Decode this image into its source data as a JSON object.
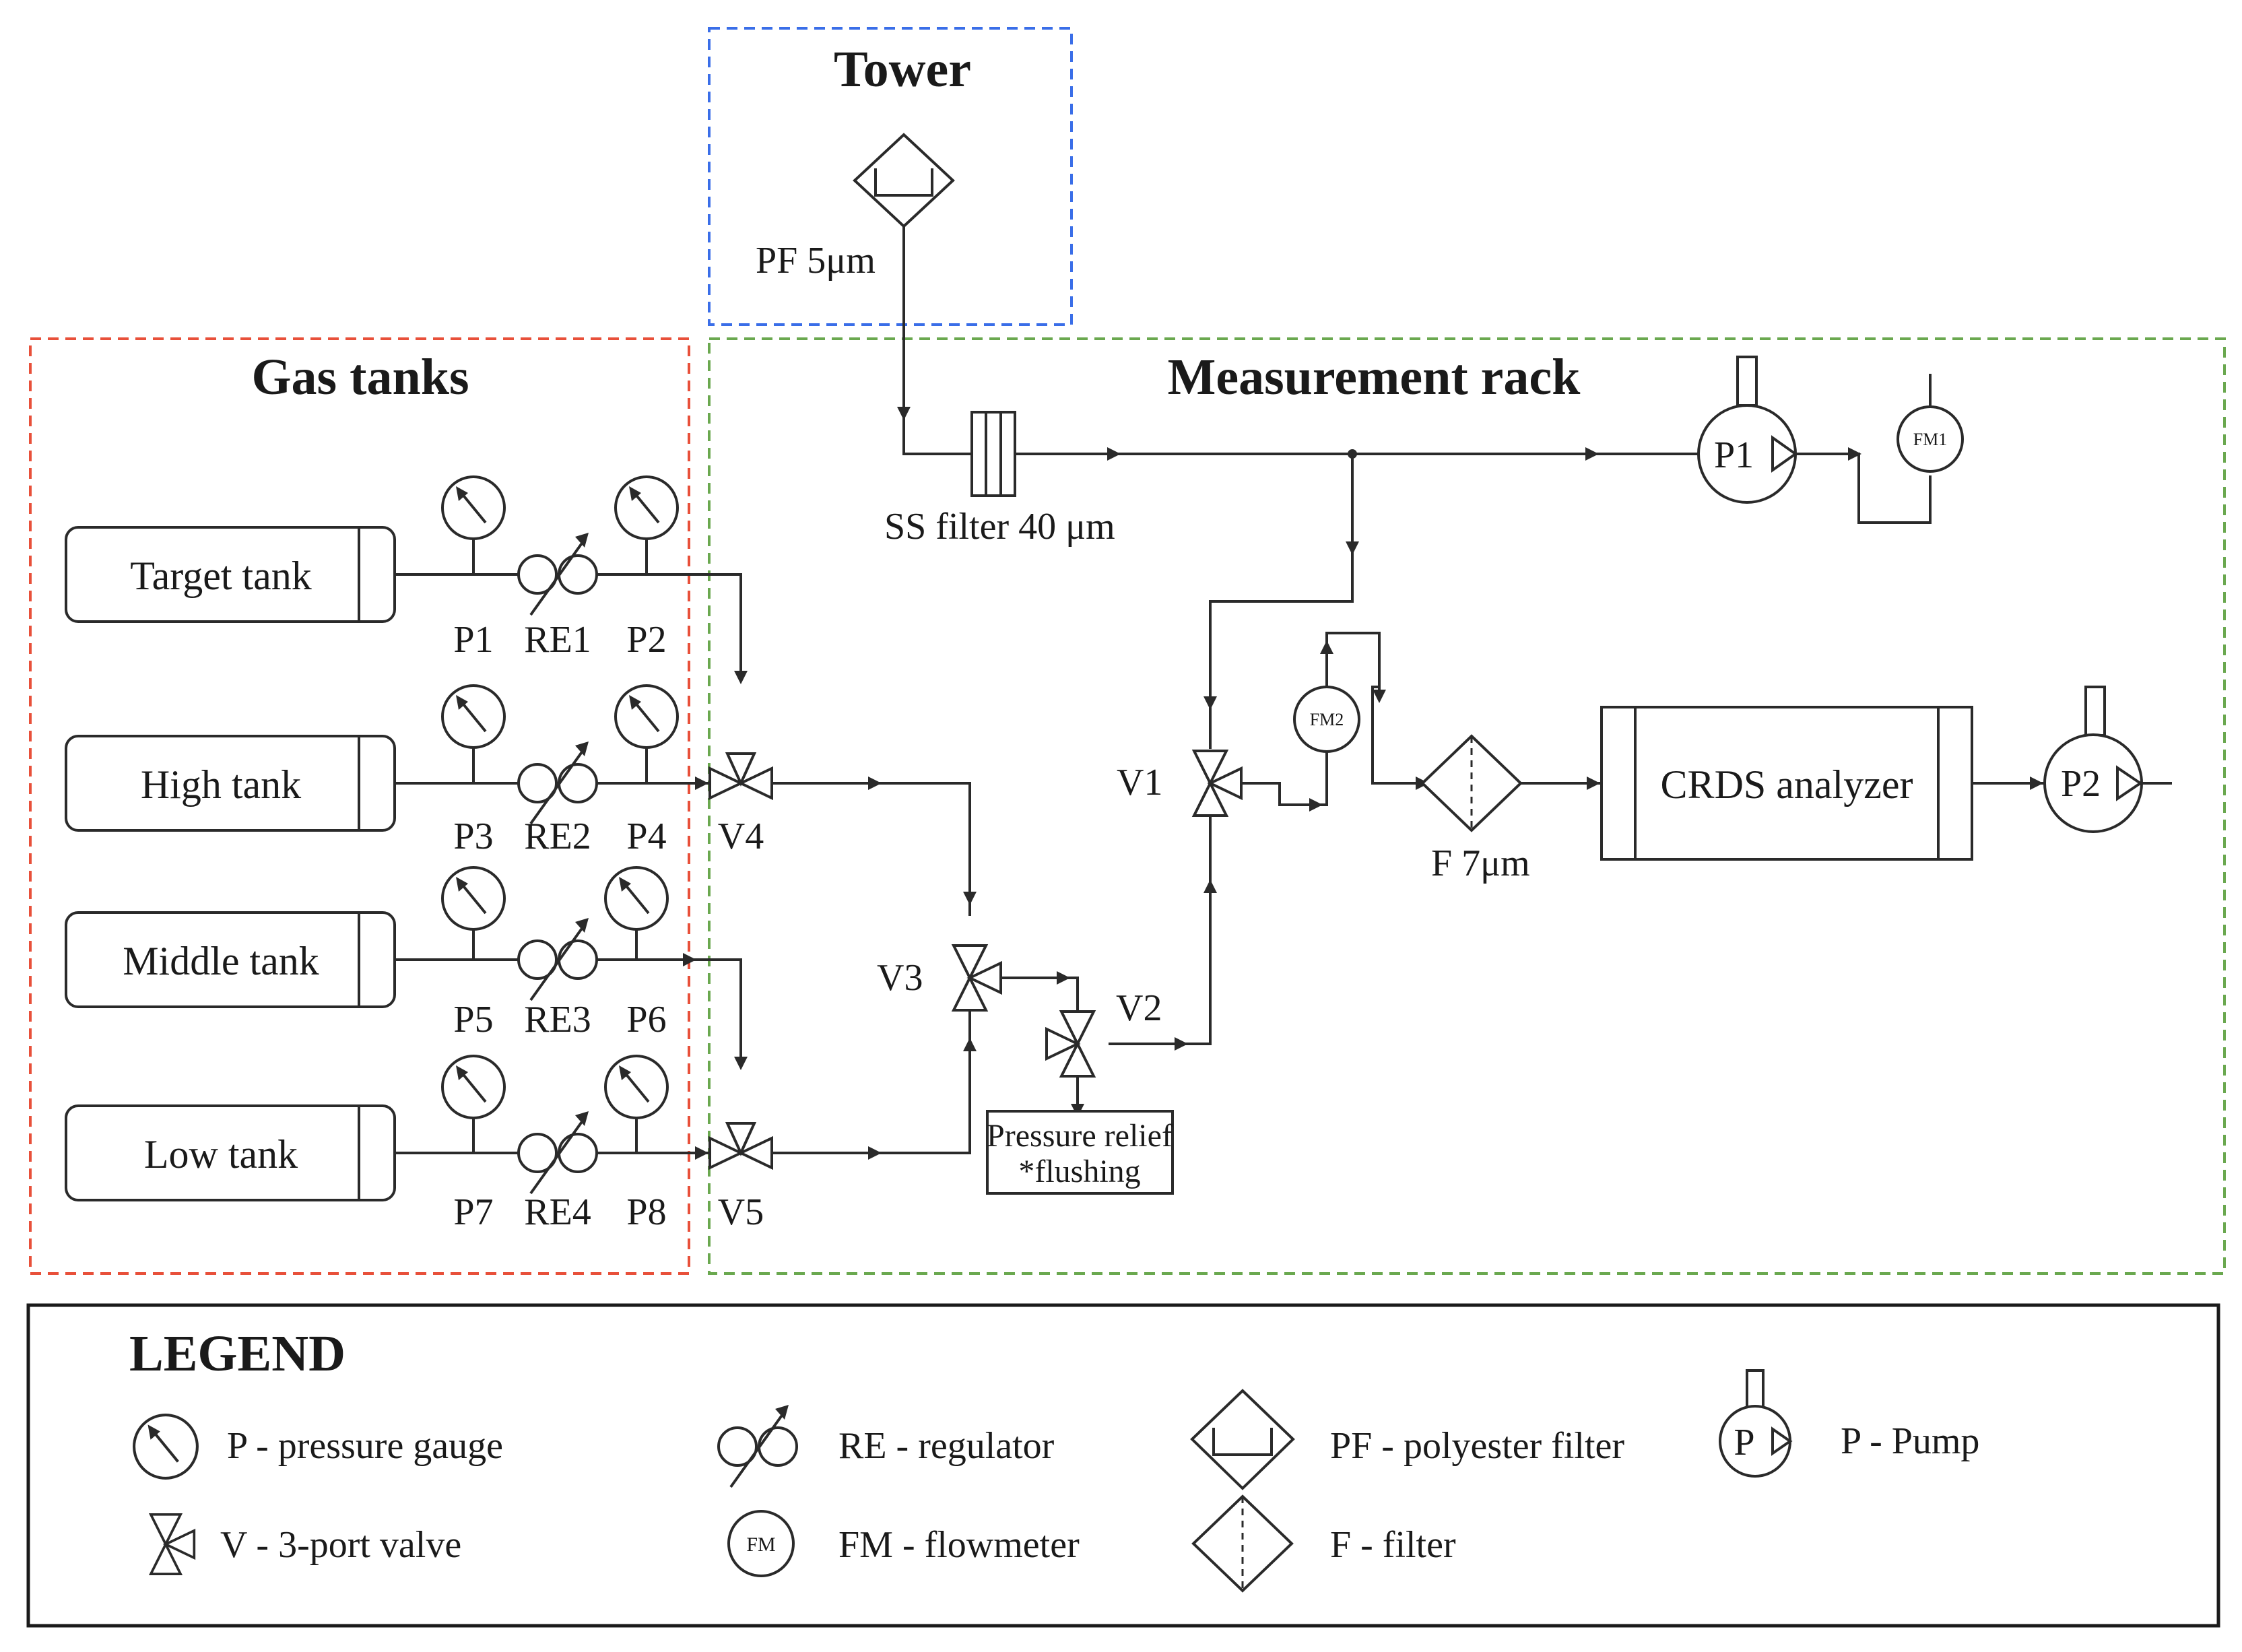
{
  "sections": {
    "tower": "Tower",
    "gas_tanks": "Gas tanks",
    "measurement_rack": "Measurement rack"
  },
  "tanks": [
    "Target tank",
    "High tank",
    "Middle tank",
    "Low tank"
  ],
  "gauges": [
    "P1",
    "P2",
    "P3",
    "P4",
    "P5",
    "P6",
    "P7",
    "P8"
  ],
  "regulators": [
    "RE1",
    "RE2",
    "RE3",
    "RE4"
  ],
  "valves": {
    "v1": "V1",
    "v2": "V2",
    "v3": "V3",
    "v4": "V4",
    "v5": "V5"
  },
  "components": {
    "pf": "PF 5μm",
    "ss_filter": "SS filter 40 μm",
    "pump1": "P1",
    "pump2": "P2",
    "fm1": "FM1",
    "fm2": "FM2",
    "filter": "F 7μm",
    "analyzer": "CRDS analyzer",
    "relief_line1": "Pressure relief",
    "relief_line2": "*flushing"
  },
  "legend": {
    "title": "LEGEND",
    "gauge": "P - pressure gauge",
    "regulator": "RE - regulator",
    "pf": "PF - polyester filter",
    "pump": "P - Pump",
    "valve": "V - 3-port valve",
    "flowmeter": "FM - flowmeter",
    "filter": "F - filter",
    "pump_symbol": "P",
    "fm_symbol": "FM"
  },
  "colors": {
    "tower_border": "#3a6ee8",
    "gas_tanks_border": "#e8503a",
    "measurement_rack_border": "#6aa84f",
    "line": "#2a2a2a"
  }
}
